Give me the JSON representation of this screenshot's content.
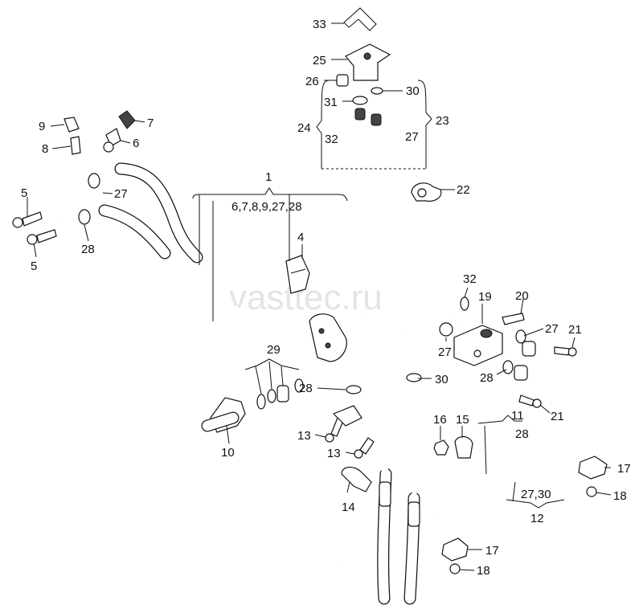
{
  "watermark": "vasttec.ru",
  "callouts": {
    "c1": "1",
    "c1_sub": "6,7,8,9,27,28",
    "c4": "4",
    "c5a": "5",
    "c5b": "5",
    "c6": "6",
    "c7": "7",
    "c8": "8",
    "c9": "9",
    "c10": "10",
    "c11": "11",
    "c11_sub": "28",
    "c12": "12",
    "c12_sub": "27,30",
    "c13a": "13",
    "c13b": "13",
    "c14": "14",
    "c15": "15",
    "c16": "16",
    "c17a": "17",
    "c17b": "17",
    "c18a": "18",
    "c18b": "18",
    "c19": "19",
    "c20": "20",
    "c21a": "21",
    "c21b": "21",
    "c22": "22",
    "c23": "23",
    "c24": "24",
    "c25": "25",
    "c26": "26",
    "c27a": "27",
    "c27b": "27",
    "c27c": "27",
    "c27d": "27",
    "c28a": "28",
    "c28b": "28",
    "c28c": "28",
    "c29": "29",
    "c30a": "30",
    "c30b": "30",
    "c31": "31",
    "c32a": "32",
    "c32b": "32",
    "c33": "33"
  }
}
